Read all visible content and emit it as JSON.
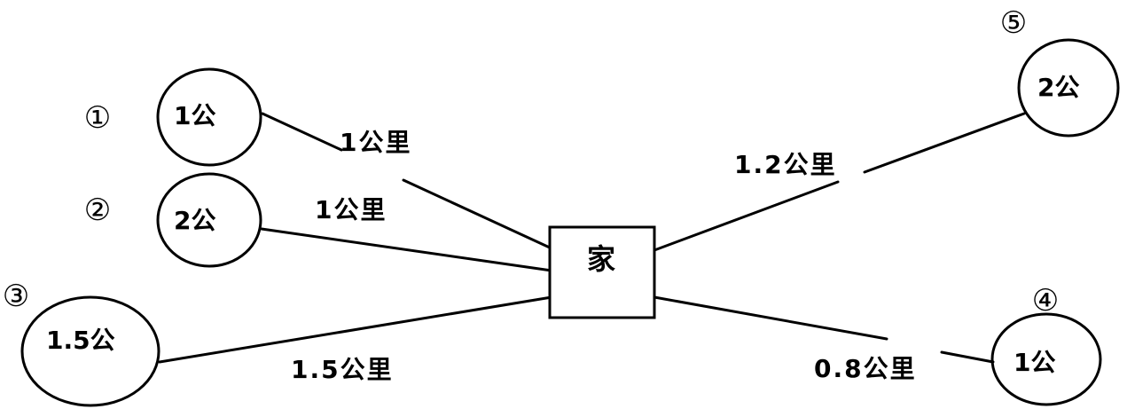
{
  "home": {
    "label": "家"
  },
  "sites": [
    {
      "number": "①",
      "label": "1公",
      "distance": "1公里"
    },
    {
      "number": "②",
      "label": "2公",
      "distance": "1公里"
    },
    {
      "number": "③",
      "label": "1.5公",
      "distance": "1.5公里"
    },
    {
      "number": "④",
      "label": "1公",
      "distance": "0.8公里"
    },
    {
      "number": "⑤",
      "label": "2公",
      "distance": "1.2公里"
    }
  ]
}
